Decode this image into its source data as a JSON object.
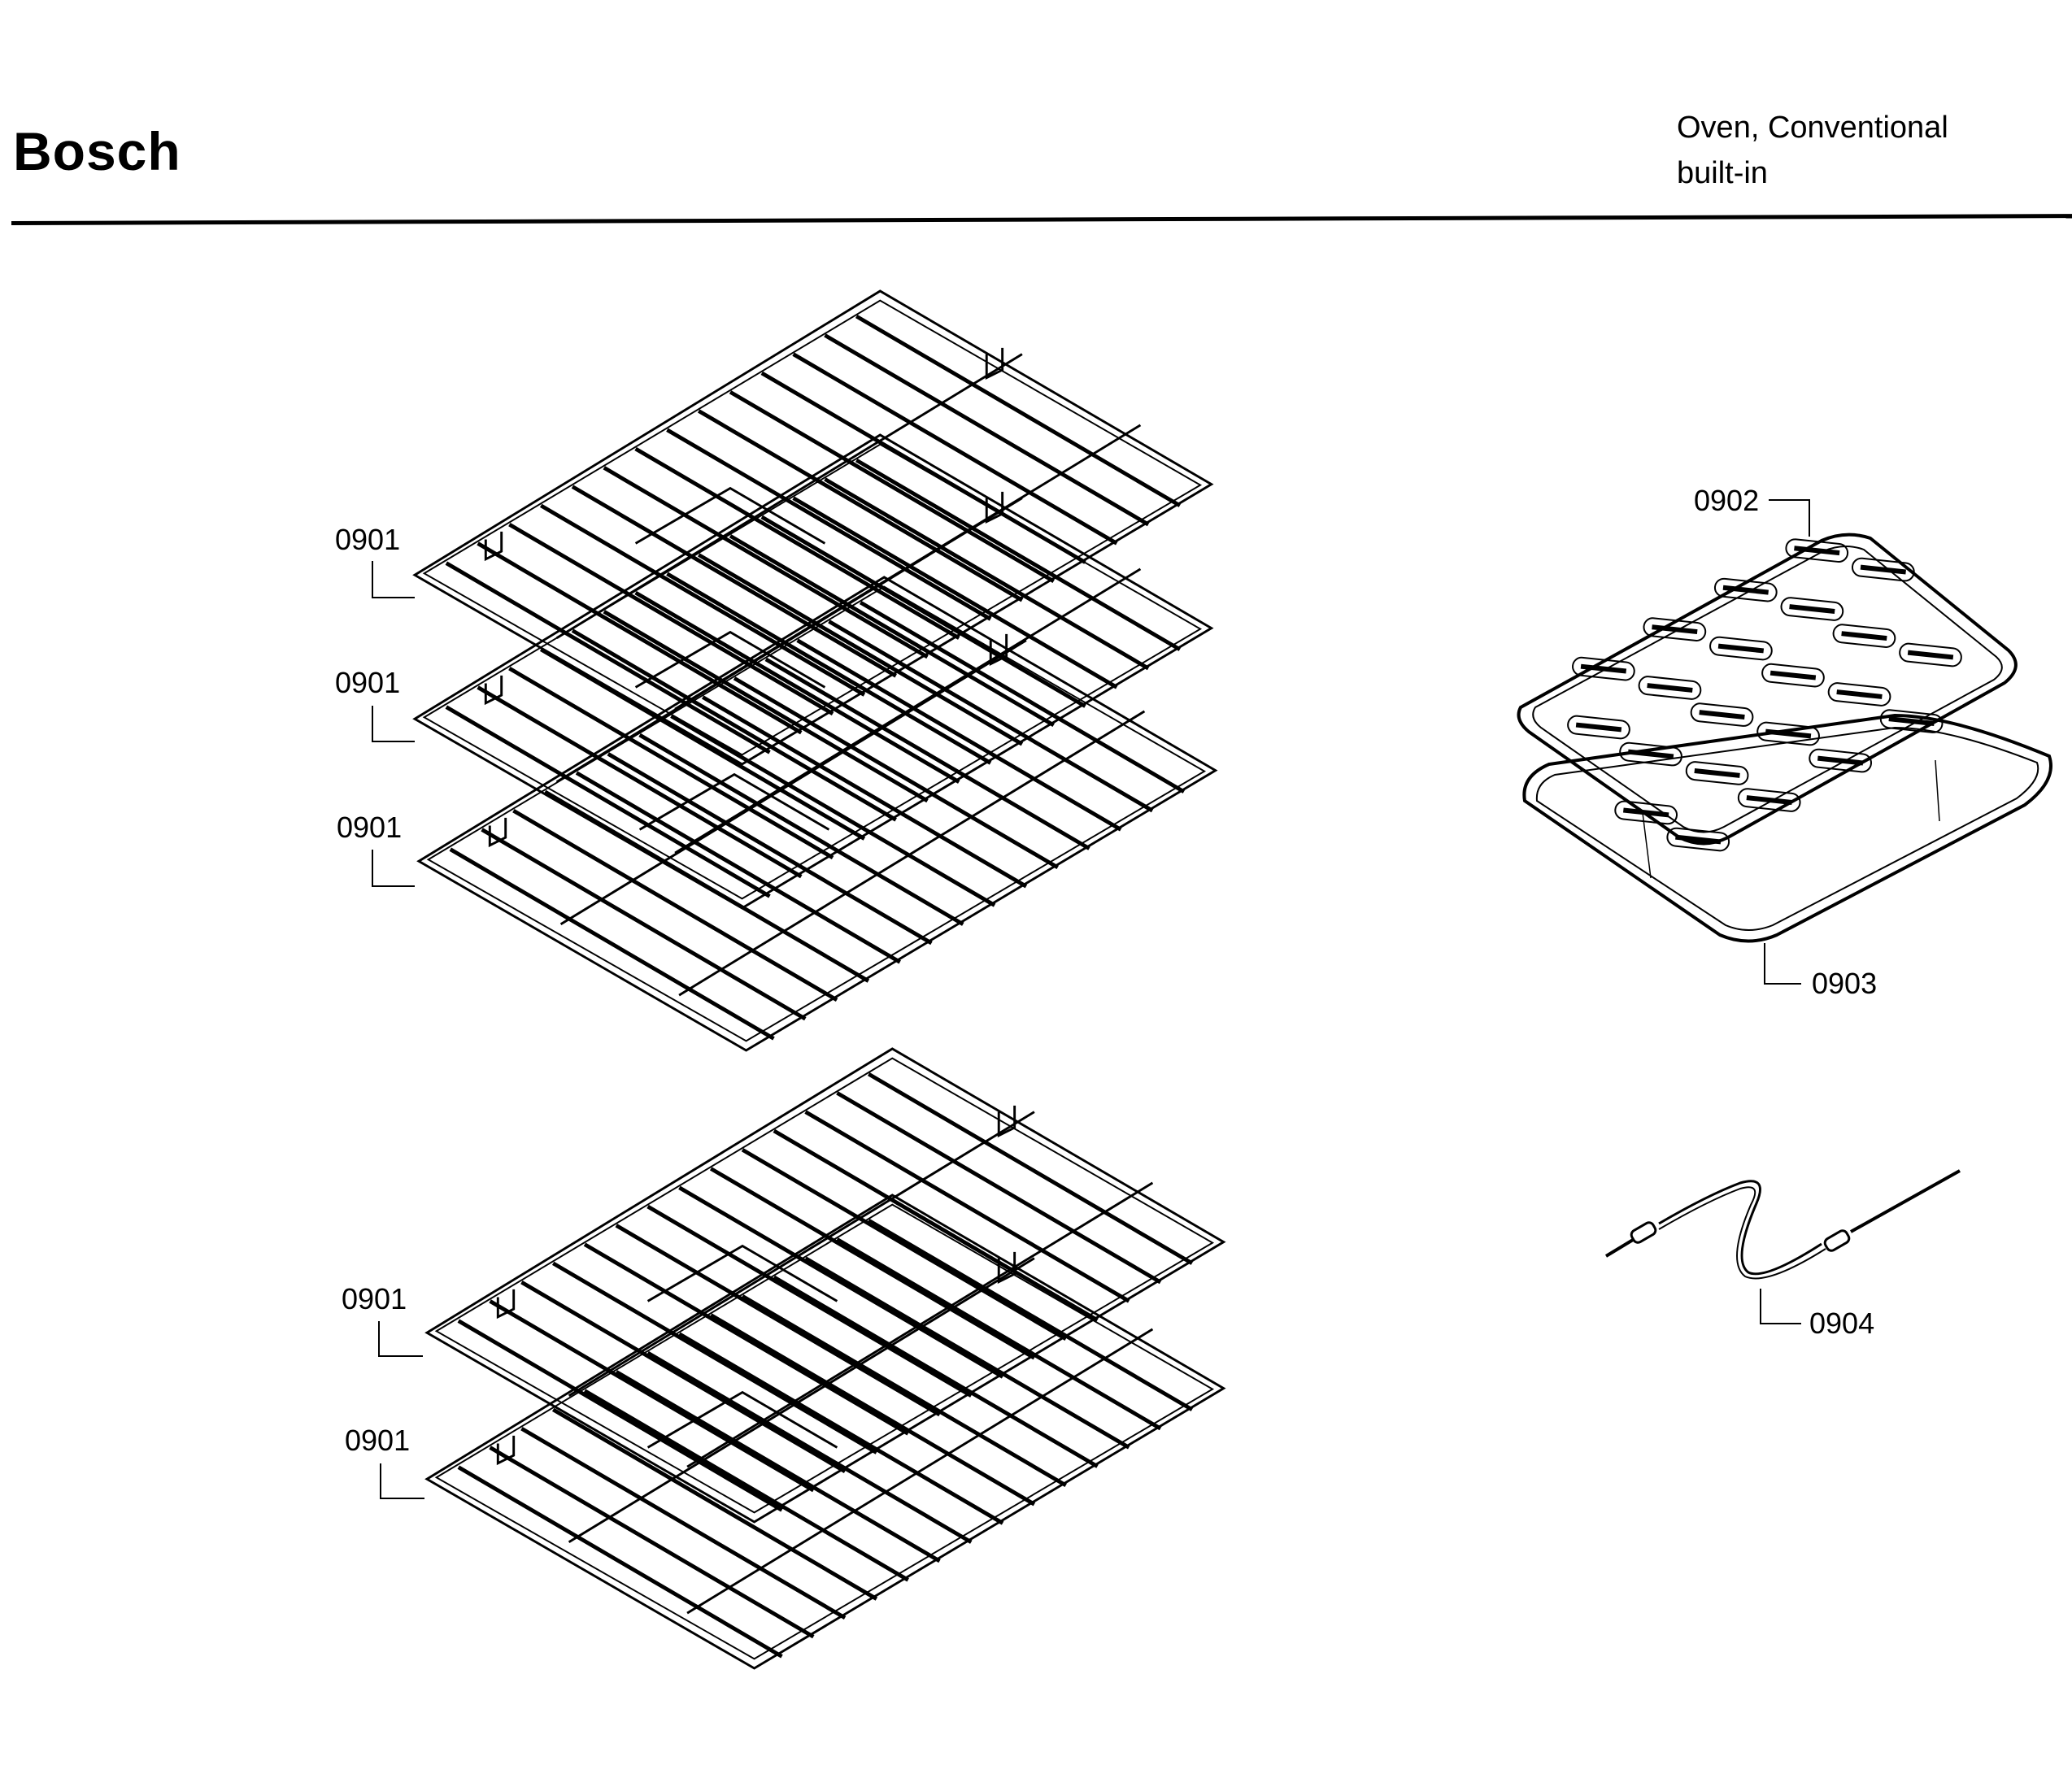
{
  "header": {
    "brand": "Bosch",
    "product_line1": "Oven, Conventional",
    "product_line2": "built-in"
  },
  "callouts": {
    "rack_1": "0901",
    "rack_2": "0901",
    "rack_3": "0901",
    "rack_4": "0901",
    "rack_5": "0901",
    "broil_grid": "0902",
    "broil_pan": "0903",
    "meat_probe": "0904"
  },
  "colors": {
    "line": "#000000",
    "background": "#ffffff"
  }
}
